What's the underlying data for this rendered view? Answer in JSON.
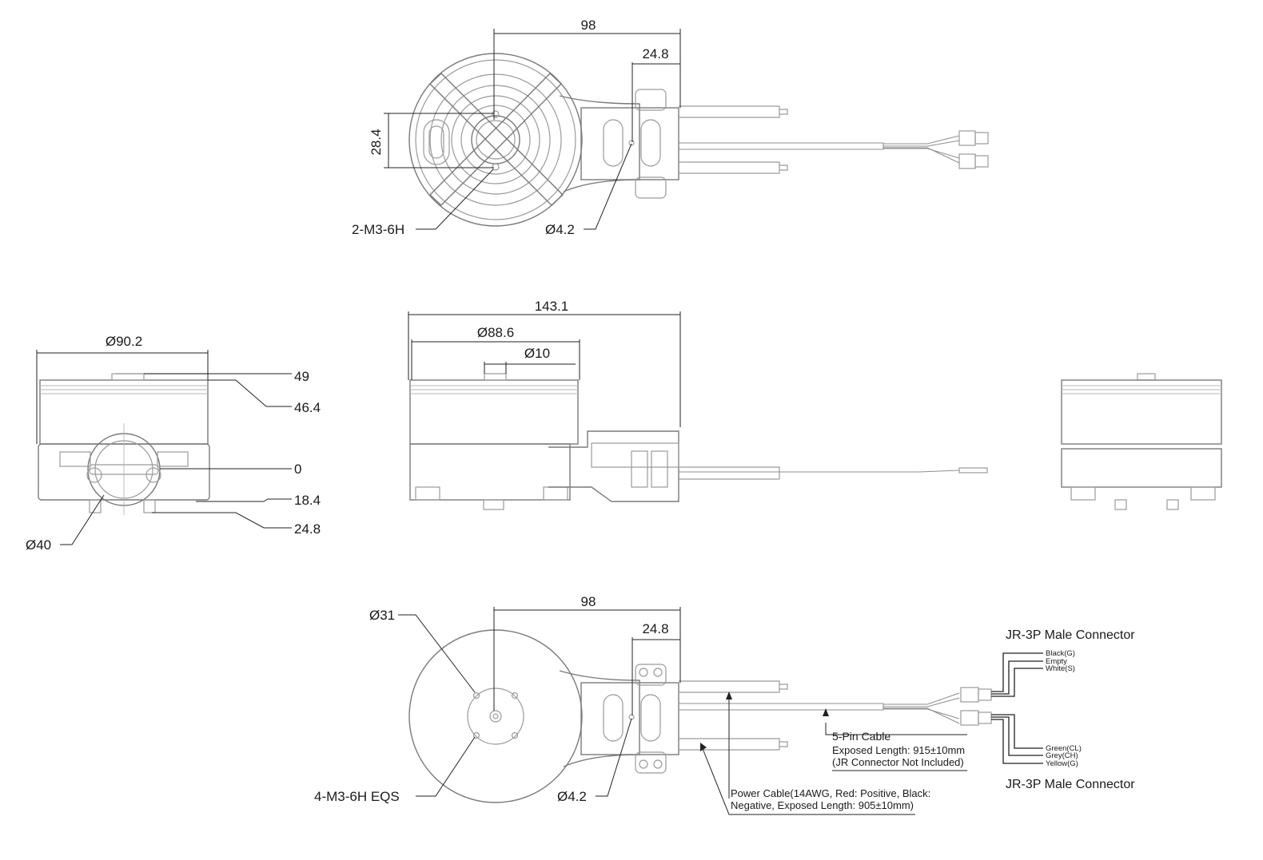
{
  "top_view": {
    "dim_width": "98",
    "dim_mount": "24.8",
    "dim_height": "28.4",
    "label_thread": "2-M3-6H",
    "label_hole": "Ø4.2"
  },
  "front_view": {
    "dim_diameter": "Ø90.2",
    "height_49": "49",
    "height_46": "46.4",
    "height_0": "0",
    "height_18": "18.4",
    "height_24": "24.8",
    "dim_shaft": "Ø40"
  },
  "side_view": {
    "dim_length": "143.1",
    "dim_body": "Ø88.6",
    "dim_shaft": "Ø10"
  },
  "bottom_view": {
    "dim_width": "98",
    "dim_mount": "24.8",
    "dim_base": "Ø31",
    "label_thread": "4-M3-6H EQS",
    "label_hole": "Ø4.2",
    "connector_top": "JR-3P Male Connector",
    "connector_bottom": "JR-3P Male Connector",
    "wires_top": [
      "Black(G)",
      "Empty",
      "White(S)"
    ],
    "wires_bottom": [
      "Green(CL)",
      "Grey(CH)",
      "Yellow(G)"
    ],
    "cable_title": "5-Pin Cable",
    "cable_line1": "Exposed Length: 915±10mm",
    "cable_line2": "(JR Connector Not Included)",
    "power_line1": "Power Cable(14AWG, Red: Positive, Black:",
    "power_line2": "Negative, Exposed Length: 905±10mm)"
  }
}
